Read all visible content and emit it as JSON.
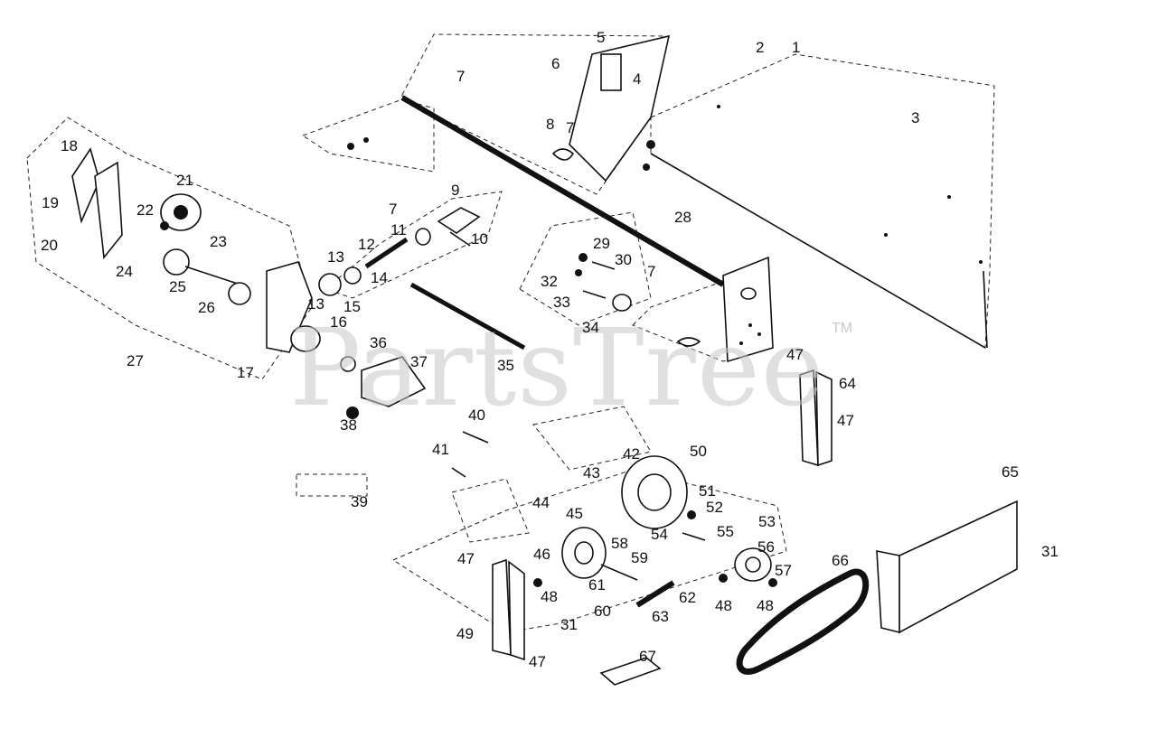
{
  "diagram": {
    "callouts": [
      "1",
      "2",
      "3",
      "4",
      "5",
      "6",
      "7",
      "7",
      "7",
      "7",
      "8",
      "9",
      "10",
      "11",
      "12",
      "13",
      "13",
      "14",
      "15",
      "16",
      "17",
      "18",
      "19",
      "20",
      "21",
      "22",
      "23",
      "24",
      "25",
      "26",
      "27",
      "28",
      "29",
      "30",
      "31",
      "31",
      "32",
      "33",
      "34",
      "35",
      "36",
      "37",
      "38",
      "39",
      "40",
      "41",
      "42",
      "43",
      "44",
      "45",
      "46",
      "47",
      "47",
      "47",
      "47",
      "48",
      "48",
      "48",
      "49",
      "50",
      "51",
      "52",
      "53",
      "54",
      "55",
      "56",
      "57",
      "58",
      "59",
      "60",
      "61",
      "62",
      "63",
      "64",
      "65",
      "66",
      "67"
    ]
  },
  "watermark": {
    "text": "PartsTree",
    "trademark": "TM"
  }
}
